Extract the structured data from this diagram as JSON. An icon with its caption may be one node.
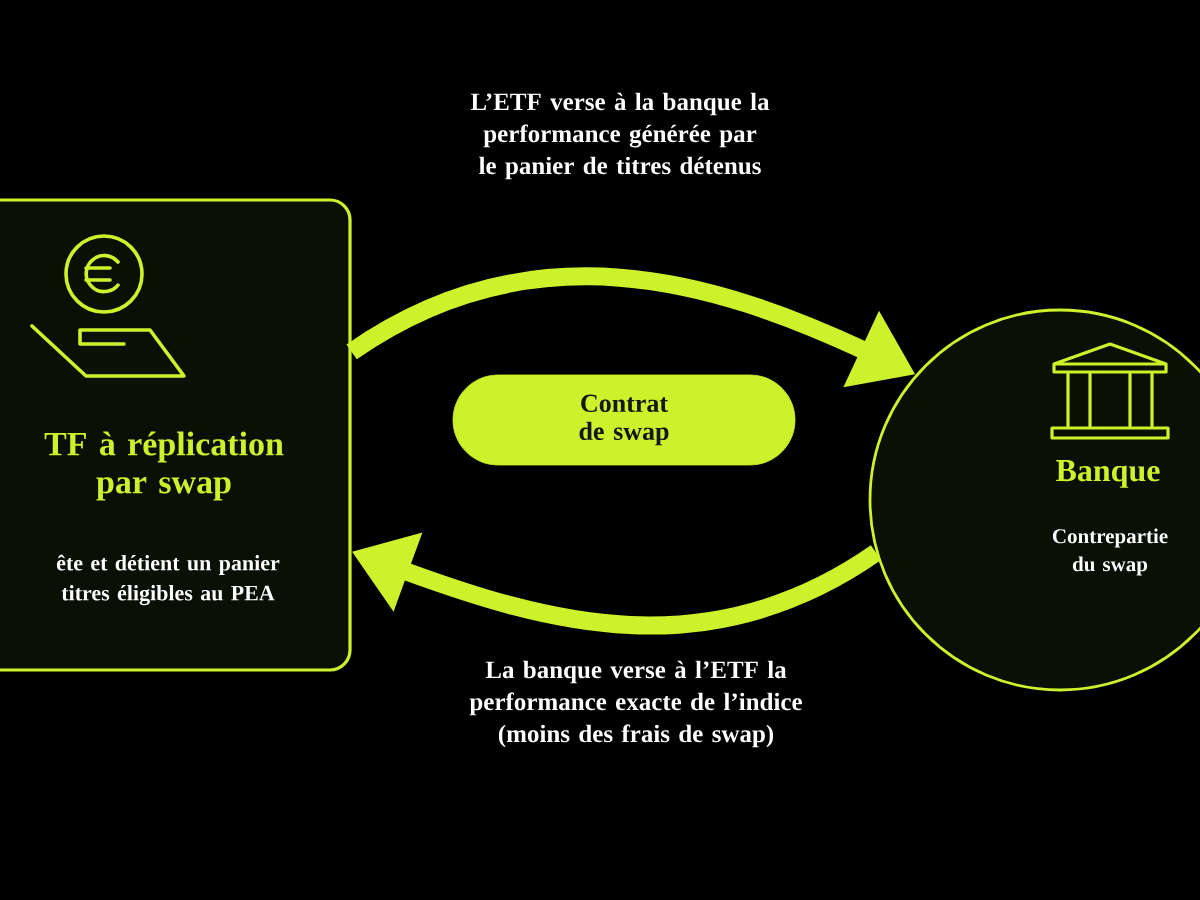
{
  "diagram": {
    "nodes": [
      {
        "text": [
          "TF à réplication par swap",
          "ête et détient un panier titres éligibles au PEA"
        ]
      },
      {
        "text": [
          "Banque",
          "Contrepartie du swap"
        ]
      },
      {
        "text": [
          "Contrat de swap"
        ]
      }
    ],
    "edges": [
      {
        "from": 0,
        "to": 1,
        "arrow": "to",
        "label": "L’ETF verse à la banque la performance générée par le panier de titres détenus"
      },
      {
        "from": 1,
        "to": 0,
        "arrow": "to",
        "label": "La banque verse à l’ETF la performance exacte de l’indice (moins des frais de swap)"
      }
    ]
  }
}
